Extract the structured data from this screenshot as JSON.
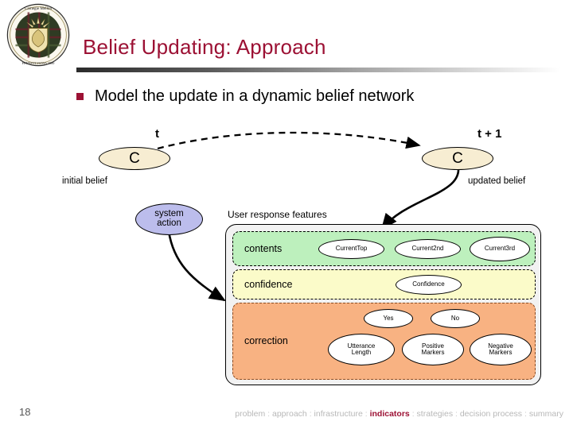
{
  "slide": {
    "title": "Belief Updating: Approach",
    "bullet": "Model the update in a dynamic belief network",
    "page_number": "18",
    "logo_alt": "Carnegie Mellon University seal"
  },
  "colors": {
    "title": "#9c1134",
    "accent": "#9c1134",
    "belief_node": "#f7edd2",
    "system_action_node": "#bcbdec",
    "contents_row": "#bdf0bd",
    "confidence_row": "#fbfbc9",
    "correction_row": "#f8b282",
    "feature_container": "#f2f2f2",
    "footer_text": "#b8b8b8"
  },
  "diagram": {
    "time_left": "t",
    "time_right": "t + 1",
    "initial_belief_caption": "initial belief",
    "updated_belief_caption": "updated belief",
    "belief_left_label": "C",
    "belief_right_label": "C",
    "system_action_label": "system\naction",
    "system_action_line1": "system",
    "system_action_line2": "action",
    "features_title": "User response features",
    "rows": [
      {
        "id": "contents",
        "label": "contents",
        "nodes": [
          "CurrentTop",
          "Current2nd",
          "Current3rd"
        ]
      },
      {
        "id": "confidence",
        "label": "confidence",
        "nodes": [
          "Confidence"
        ]
      },
      {
        "id": "correction",
        "label": "correction",
        "nodes": [
          "Yes",
          "No",
          "Utterance Length",
          "Positive Markers",
          "Negative Markers"
        ]
      }
    ]
  },
  "nodes": {
    "current_top": "CurrentTop",
    "current_2nd": "Current2nd",
    "current_3rd": "Current3rd",
    "confidence": "Confidence",
    "yes": "Yes",
    "no": "No",
    "utterance_length_l1": "Utterance",
    "utterance_length_l2": "Length",
    "positive_markers_l1": "Positive",
    "positive_markers_l2": "Markers",
    "negative_markers_l1": "Negative",
    "negative_markers_l2": "Markers"
  },
  "footer": {
    "crumbs": [
      {
        "text": "problem",
        "active": false
      },
      {
        "text": "approach",
        "active": false
      },
      {
        "text": "infrastructure",
        "active": false
      },
      {
        "text": "indicators",
        "active": true
      },
      {
        "text": "strategies",
        "active": false
      },
      {
        "text": "decision process",
        "active": false
      },
      {
        "text": "summary",
        "active": false
      }
    ],
    "separator": " : "
  }
}
